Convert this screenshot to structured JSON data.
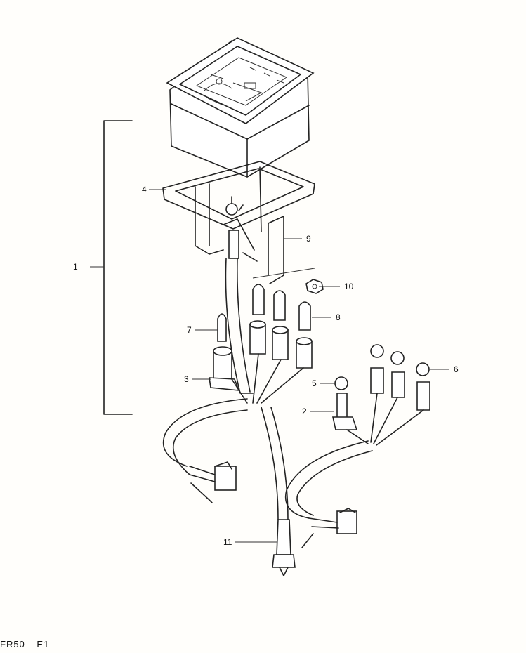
{
  "callouts": {
    "c1": "1",
    "c2": "2",
    "c3": "3",
    "c4": "4",
    "c5": "5",
    "c6": "6",
    "c7": "7",
    "c8": "8",
    "c9": "9",
    "c10": "10",
    "c11": "11"
  },
  "footer": {
    "model": "FR50",
    "region": "E1"
  }
}
